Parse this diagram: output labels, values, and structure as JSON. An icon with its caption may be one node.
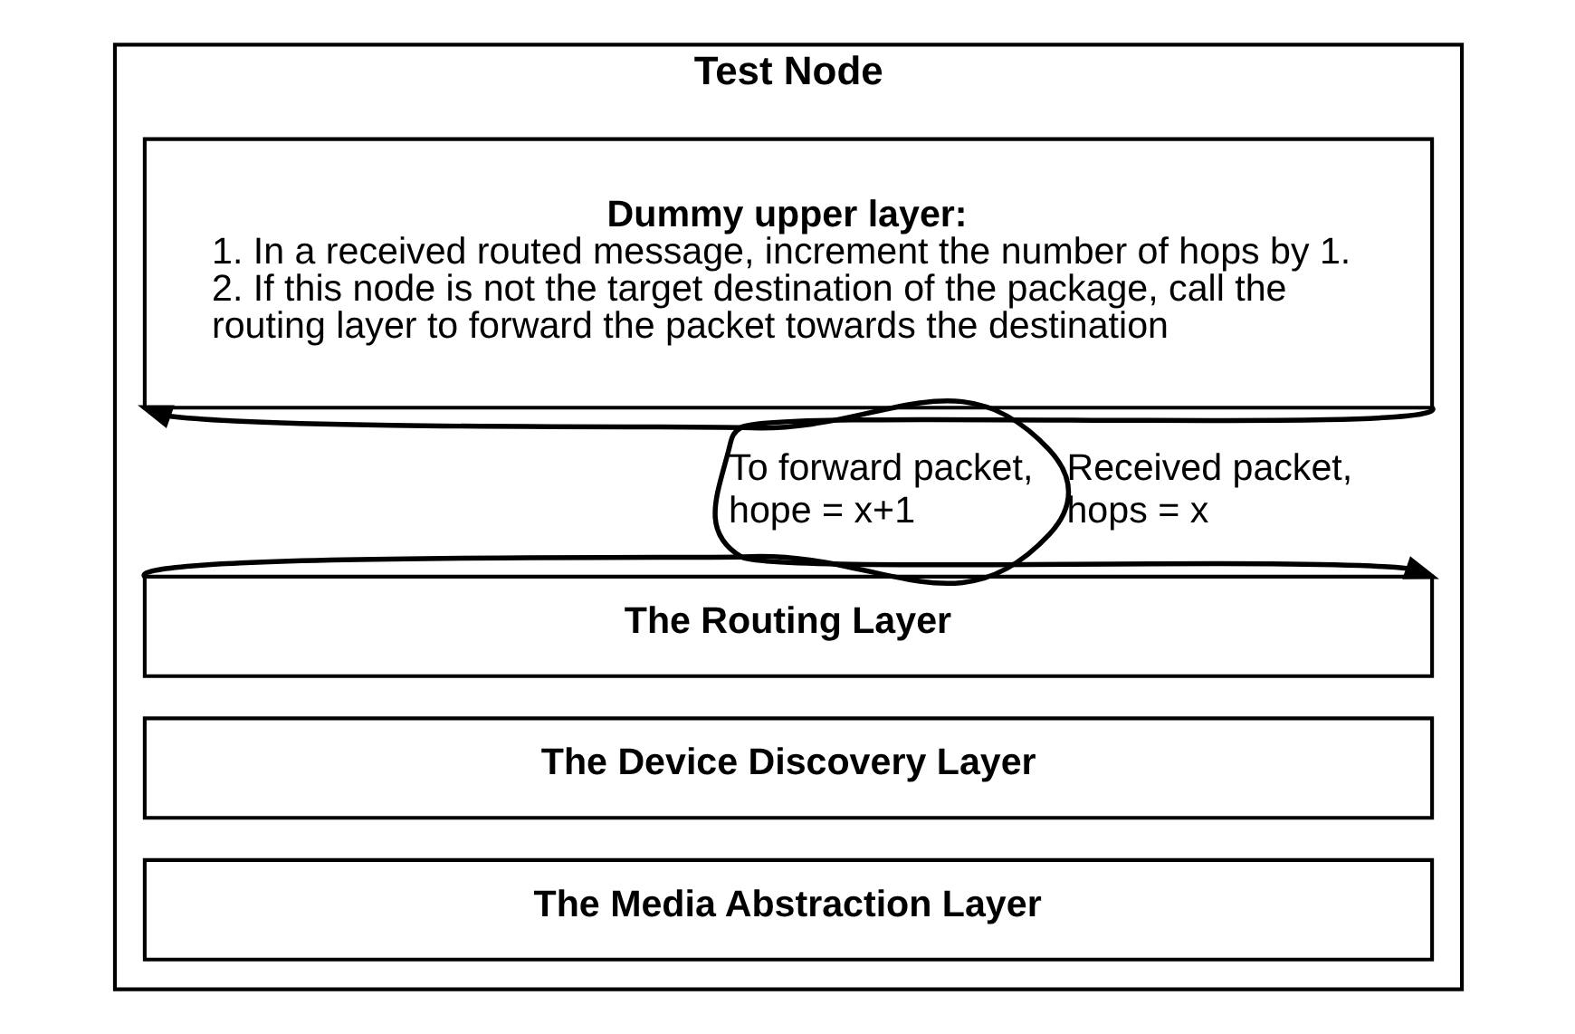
{
  "diagram": {
    "nodes": [
      {
        "text": [
          "Test Node"
        ]
      },
      {
        "text": [
          "Dummy upper layer:",
          "1. In a received routed message, increment the number of hops by 1.",
          "2. If this node is not the target destination of the package, call the routing layer to forward the packet towards the destination"
        ],
        "in": 0
      },
      {
        "text": [
          "The Routing Layer"
        ],
        "in": 0
      },
      {
        "text": [
          "The Device Discovery Layer"
        ],
        "in": 0
      },
      {
        "text": [
          "The Media Abstraction Layer"
        ],
        "in": 0
      }
    ],
    "edges": [
      {
        "from": 2,
        "to": 1,
        "arrow": "to",
        "label": "Received packet, hops = x"
      },
      {
        "from": 1,
        "to": 2,
        "arrow": "to",
        "label": "To forward packet, hope = x+1"
      }
    ]
  }
}
